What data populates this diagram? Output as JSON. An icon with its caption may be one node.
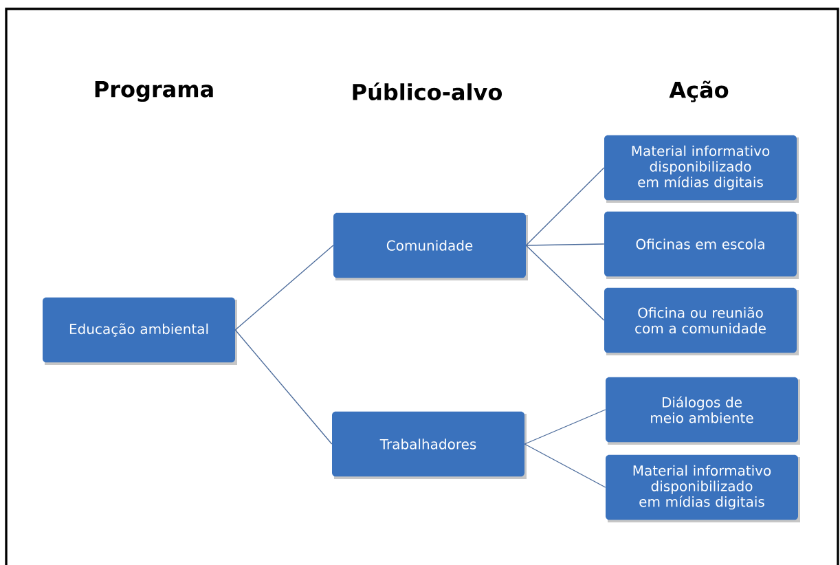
{
  "diagram": {
    "nodes": [
      {
        "text": [
          "Educação ambiental"
        ]
      },
      {
        "text": [
          "Comunidade"
        ]
      },
      {
        "text": [
          "Trabalhadores"
        ]
      },
      {
        "text": [
          "Material informativo disponibilizado em mídias digitais"
        ]
      },
      {
        "text": [
          "Oficinas em escola"
        ]
      },
      {
        "text": [
          "Oficina ou reunião com a comunidade"
        ]
      },
      {
        "text": [
          "Diálogos de meio ambiente"
        ]
      },
      {
        "text": [
          "Material informativo disponibilizado em mídias digitais"
        ]
      }
    ],
    "edges": [
      {
        "from": 0,
        "to": 1,
        "arrow": "none"
      },
      {
        "from": 0,
        "to": 2,
        "arrow": "none"
      },
      {
        "from": 1,
        "to": 3,
        "arrow": "none"
      },
      {
        "from": 1,
        "to": 4,
        "arrow": "none"
      },
      {
        "from": 1,
        "to": 5,
        "arrow": "none"
      },
      {
        "from": 2,
        "to": 6,
        "arrow": "none"
      },
      {
        "from": 2,
        "to": 7,
        "arrow": "none"
      }
    ],
    "labels": [
      "Programa",
      "Público-alvo",
      "Ação"
    ]
  }
}
